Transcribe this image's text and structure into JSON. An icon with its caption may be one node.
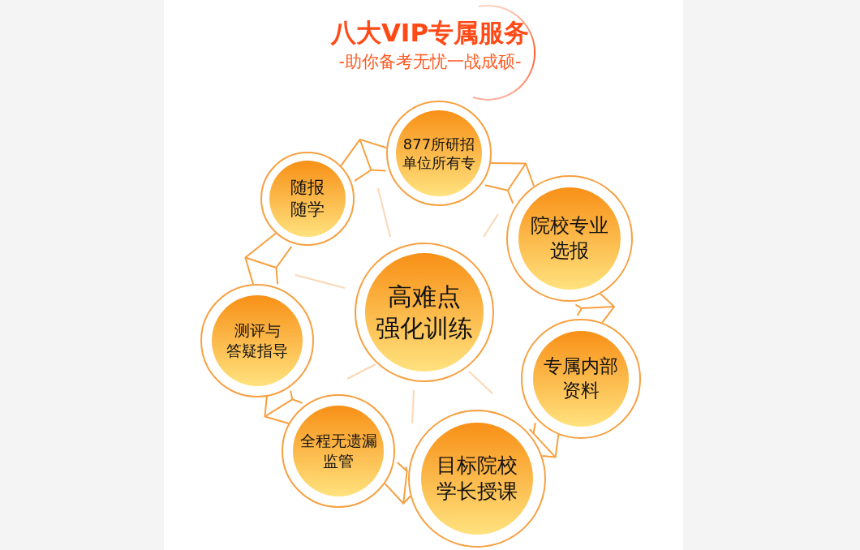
{
  "diagram": {
    "title": "八大VIP专属服务",
    "caption": "-助你备考无忧一战成硕-",
    "nodes": [
      {
        "text": [
          "877所研招单位所有专"
        ]
      },
      {
        "text": [
          "随报随学"
        ]
      },
      {
        "text": [
          "院校专业选报"
        ]
      },
      {
        "text": [
          "高难点强化训练"
        ]
      },
      {
        "text": [
          "测评与答疑指导"
        ]
      },
      {
        "text": [
          "专属内部资料"
        ]
      },
      {
        "text": [
          "全程无遗漏监管"
        ]
      },
      {
        "text": [
          "目标院校学长授课"
        ]
      }
    ],
    "edges": [
      {
        "from": 1,
        "to": 0,
        "arrow": "none"
      },
      {
        "from": 0,
        "to": 2,
        "arrow": "none"
      },
      {
        "from": 2,
        "to": 5,
        "arrow": "none"
      },
      {
        "from": 5,
        "to": 7,
        "arrow": "none"
      },
      {
        "from": 7,
        "to": 6,
        "arrow": "none"
      },
      {
        "from": 6,
        "to": 4,
        "arrow": "none"
      },
      {
        "from": 4,
        "to": 1,
        "arrow": "none"
      }
    ]
  }
}
